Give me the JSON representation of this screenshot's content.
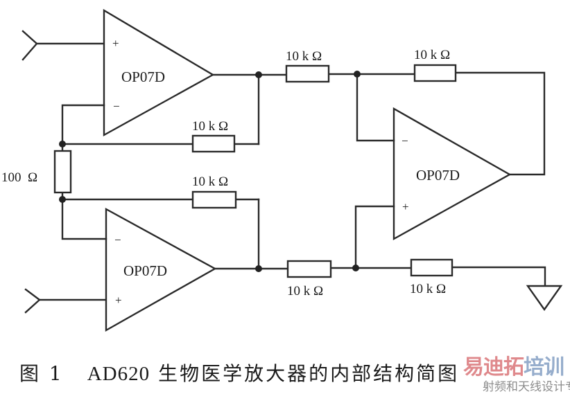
{
  "figure": {
    "caption_prefix": "图 1",
    "caption_number": "",
    "part_number": "AD620",
    "caption_text": "生物医学放大器的内部结构简图",
    "colors": {
      "ink": "#2a2a2a",
      "background": "#ffffff",
      "watermark_red": "#d6686c",
      "watermark_blue": "#7896be"
    }
  },
  "components": {
    "opamps": [
      {
        "id": "U1",
        "label": "OP07D",
        "plus": "+",
        "minus": "−"
      },
      {
        "id": "U2",
        "label": "OP07D",
        "plus": "+",
        "minus": "−"
      },
      {
        "id": "U3",
        "label": "OP07D",
        "plus": "+",
        "minus": "−"
      }
    ],
    "resistors": [
      {
        "id": "R_gain",
        "label": "100  Ω"
      },
      {
        "id": "R_fb_top",
        "label": "10 k Ω"
      },
      {
        "id": "R_fb_bot",
        "label": "10 k Ω"
      },
      {
        "id": "R_in_top",
        "label": "10 k Ω"
      },
      {
        "id": "R_in_bot",
        "label": "10 k Ω"
      },
      {
        "id": "R_fb_out",
        "label": "10 k Ω"
      },
      {
        "id": "R_ref",
        "label": "10 k Ω"
      }
    ]
  },
  "watermark": {
    "brand_part1": "易迪拓",
    "brand_part2": "培训",
    "tagline": "射频和天线设计专家"
  }
}
